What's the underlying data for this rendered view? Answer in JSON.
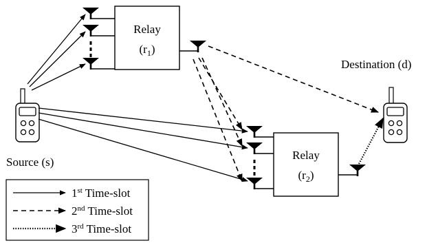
{
  "nodes": {
    "source": {
      "label": "Source (s)"
    },
    "destination": {
      "label": "Destination (d)"
    },
    "relay1": {
      "title": "Relay",
      "id_open": "(r",
      "id_sub": "1",
      "id_close": ")"
    },
    "relay2": {
      "title": "Relay",
      "id_open": "(r",
      "id_sub": "2",
      "id_close": ")"
    }
  },
  "legend": {
    "items": [
      {
        "num": "1",
        "sup": "st",
        "label": " Time-slot",
        "style": "solid"
      },
      {
        "num": "2",
        "sup": "nd",
        "label": " Time-slot",
        "style": "dashed"
      },
      {
        "num": "3",
        "sup": "rd",
        "label": " Time-slot",
        "style": "dotted"
      }
    ]
  }
}
